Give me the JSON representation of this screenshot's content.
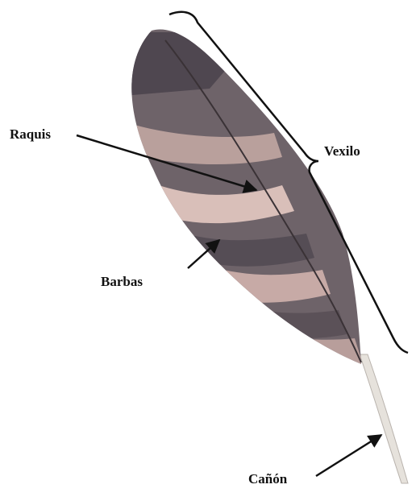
{
  "labels": {
    "raquis": "Raquis",
    "barbas": "Barbas",
    "vexilo": "Vexilo",
    "canon": "Cañón"
  },
  "colors": {
    "vane_dark": "#4f4750",
    "vane_mid": "#6e6369",
    "band_light": "#c7aaa6",
    "band_pale": "#d9bfb9",
    "shaft": "#e6e2dc",
    "ink": "#111111"
  }
}
